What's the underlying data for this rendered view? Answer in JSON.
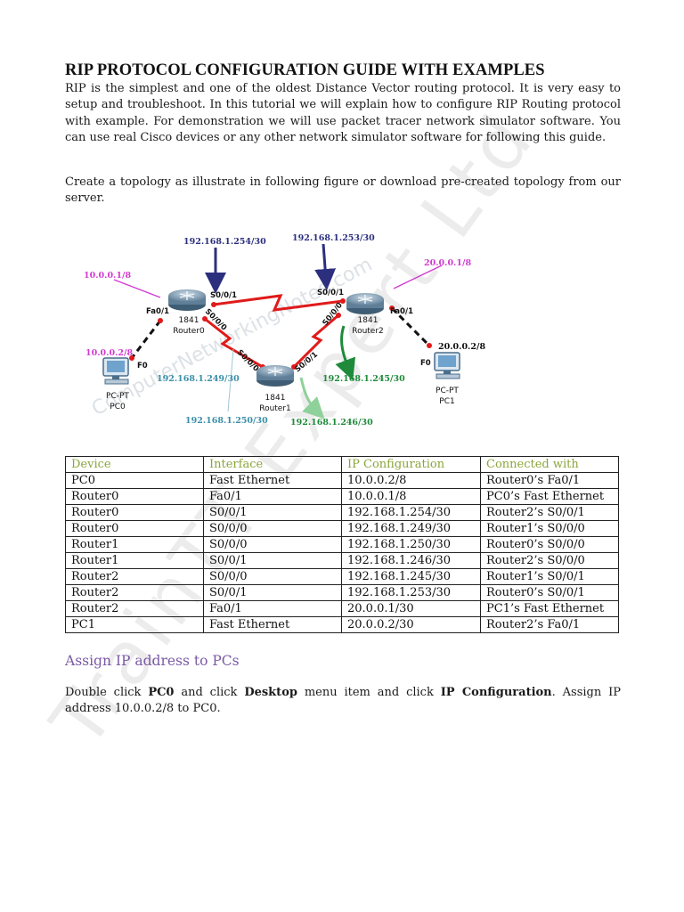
{
  "title": "RIP PROTOCOL CONFIGURATION GUIDE WITH EXAMPLES",
  "intro": "RIP is the simplest and one of the oldest Distance Vector routing protocol. It is very easy to setup and troubleshoot. In this tutorial we will explain how to configure RIP Routing protocol with example. For demonstration we will use packet tracer network simulator software. You can use real Cisco devices or any other network simulator software for following this guide.",
  "topology_text": "Create a topology as illustrate in following figure or download pre-created topology from our server.",
  "watermark": "TrainTT Expert Ltd",
  "diagram": {
    "watermark": "ComputerNetworkingNotes.com",
    "colors": {
      "navy": "#2c2f7e",
      "magenta": "#d13bd1",
      "teal": "#3a8fa8",
      "green": "#1e8a3a",
      "red": "#e01a1a"
    },
    "ip_labels": {
      "r0_s001": "192.168.1.254/30",
      "r2_s001": "192.168.1.253/30",
      "r0_fa": "10.0.0.1/8",
      "r2_fa": "20.0.0.1/8",
      "pc0": "10.0.0.2/8",
      "pc1": "20.0.0.2/8",
      "r0_s000": "192.168.1.249/30",
      "r1_s000": "192.168.1.250/30",
      "r1_s001": "192.168.1.246/30",
      "r2_s000": "192.168.1.245/30"
    },
    "port_labels": {
      "r0_s001": "S0/0/1",
      "r2_s001": "S0/0/1",
      "r0_fa": "Fa0/1",
      "r2_fa": "Fa0/1",
      "r0_s000": "S0/0/0",
      "r1_s000": "S0/0/0",
      "r1_s001": "S0/0/1",
      "r2_s000": "S0/0/0",
      "pc0_f0": "F0",
      "pc1_f0": "F0"
    },
    "devices": {
      "router0_model": "1841",
      "router0_name": "Router0",
      "router1_model": "1841",
      "router1_name": "Router1",
      "router2_model": "1841",
      "router2_name": "Router2",
      "pc0_model": "PC-PT",
      "pc0_name": "PC0",
      "pc1_model": "PC-PT",
      "pc1_name": "PC1"
    }
  },
  "table": {
    "header_color": "#8aa63a",
    "headers": [
      "Device",
      "Interface",
      "IP Configuration",
      "Connected with"
    ],
    "rows": [
      [
        "PC0",
        "Fast Ethernet",
        "10.0.0.2/8",
        "Router0’s Fa0/1"
      ],
      [
        "Router0",
        "Fa0/1",
        "10.0.0.1/8",
        "PC0’s Fast Ethernet"
      ],
      [
        "Router0",
        "S0/0/1",
        "192.168.1.254/30",
        "Router2’s S0/0/1"
      ],
      [
        "Router0",
        "S0/0/0",
        "192.168.1.249/30",
        "Router1’s S0/0/0"
      ],
      [
        "Router1",
        "S0/0/0",
        "192.168.1.250/30",
        "Router0’s S0/0/0"
      ],
      [
        "Router1",
        "S0/0/1",
        "192.168.1.246/30",
        "Router2’s S0/0/0"
      ],
      [
        "Router2",
        "S0/0/0",
        "192.168.1.245/30",
        "Router1’s S0/0/1"
      ],
      [
        "Router2",
        "S0/0/1",
        "192.168.1.253/30",
        "Router0’s S0/0/1"
      ],
      [
        "Router2",
        "Fa0/1",
        "20.0.0.1/30",
        "PC1’s Fast Ethernet"
      ],
      [
        "PC1",
        "Fast Ethernet",
        "20.0.0.2/30",
        "Router2’s Fa0/1"
      ]
    ]
  },
  "section_heading": "Assign IP address to PCs",
  "instruction": {
    "p1": "Double click ",
    "pc": "PC0",
    "p2": " and click ",
    "desktop": "Desktop",
    "p3": " menu item and click ",
    "ipconf": "IP Configuration",
    "p4": ". Assign IP address 10.0.0.2/8 to PC0."
  }
}
